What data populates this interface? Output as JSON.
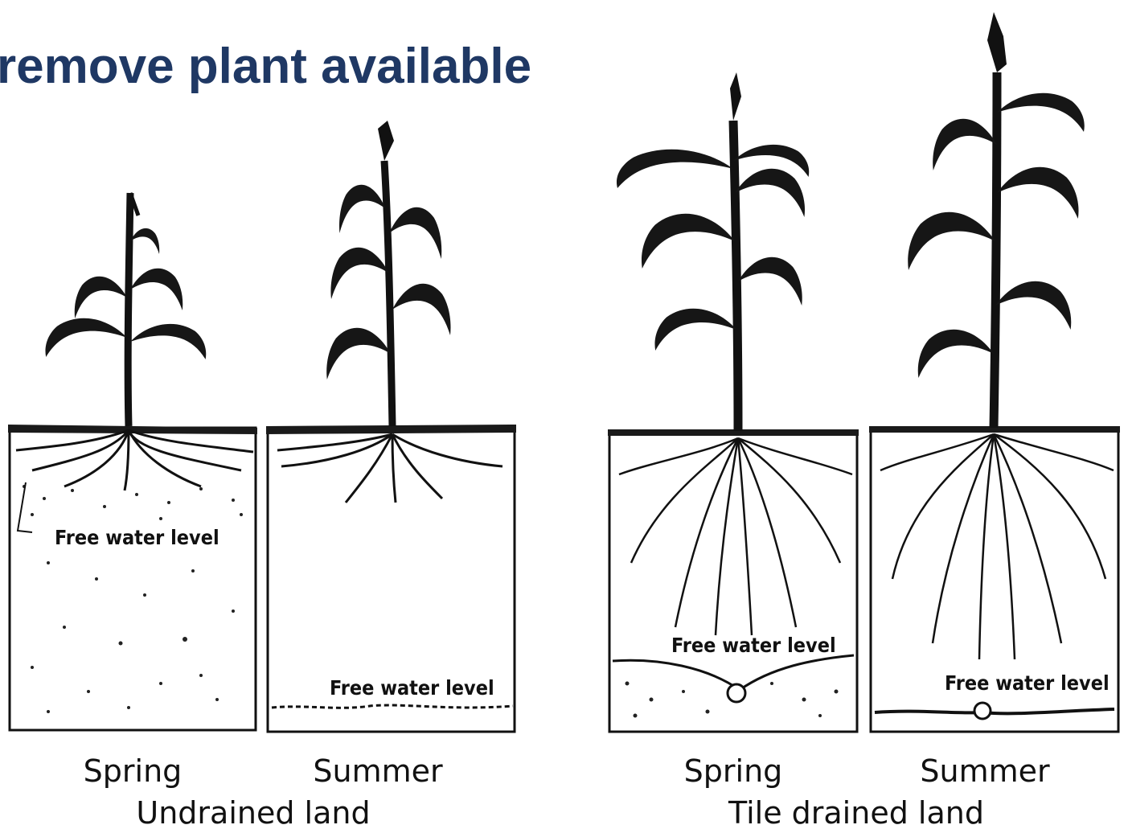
{
  "slide": {
    "title": "remove plant available"
  },
  "diagram": {
    "groups": [
      {
        "caption": "Undrained land",
        "panels": [
          {
            "season": "Spring",
            "water_label": "Free water level"
          },
          {
            "season": "Summer",
            "water_label": "Free water level"
          }
        ]
      },
      {
        "caption": "Tile drained land",
        "panels": [
          {
            "season": "Spring",
            "water_label": "Free water level"
          },
          {
            "season": "Summer",
            "water_label": "Free water level"
          }
        ]
      }
    ]
  }
}
